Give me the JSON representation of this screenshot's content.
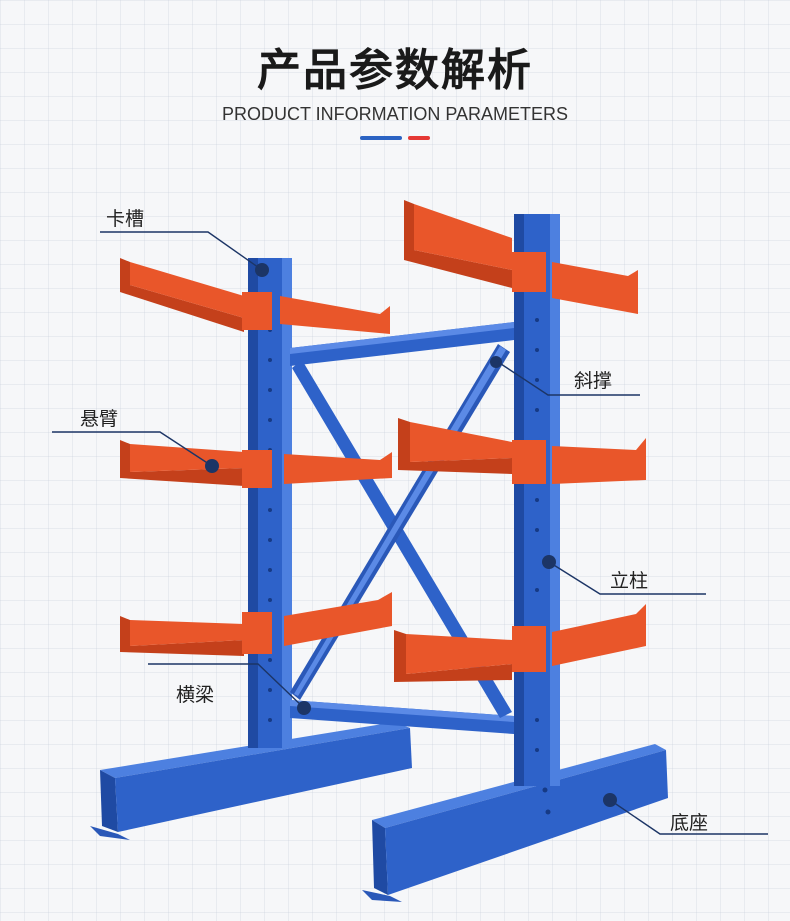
{
  "header": {
    "title": "产品参数解析",
    "subtitle": "PRODUCT INFORMATION PARAMETERS"
  },
  "labels": {
    "slot": "卡槽",
    "brace": "斜撑",
    "arm": "悬臂",
    "column": "立柱",
    "beam": "横梁",
    "base": "底座"
  },
  "colors": {
    "rack_blue": "#2e62c9",
    "rack_blue_dark": "#1f4aa3",
    "arm_orange": "#e9562a",
    "arm_orange_dark": "#c4401b",
    "accent_blue": "#2b63c3",
    "accent_red": "#e53935",
    "callout": "#1c3566"
  }
}
